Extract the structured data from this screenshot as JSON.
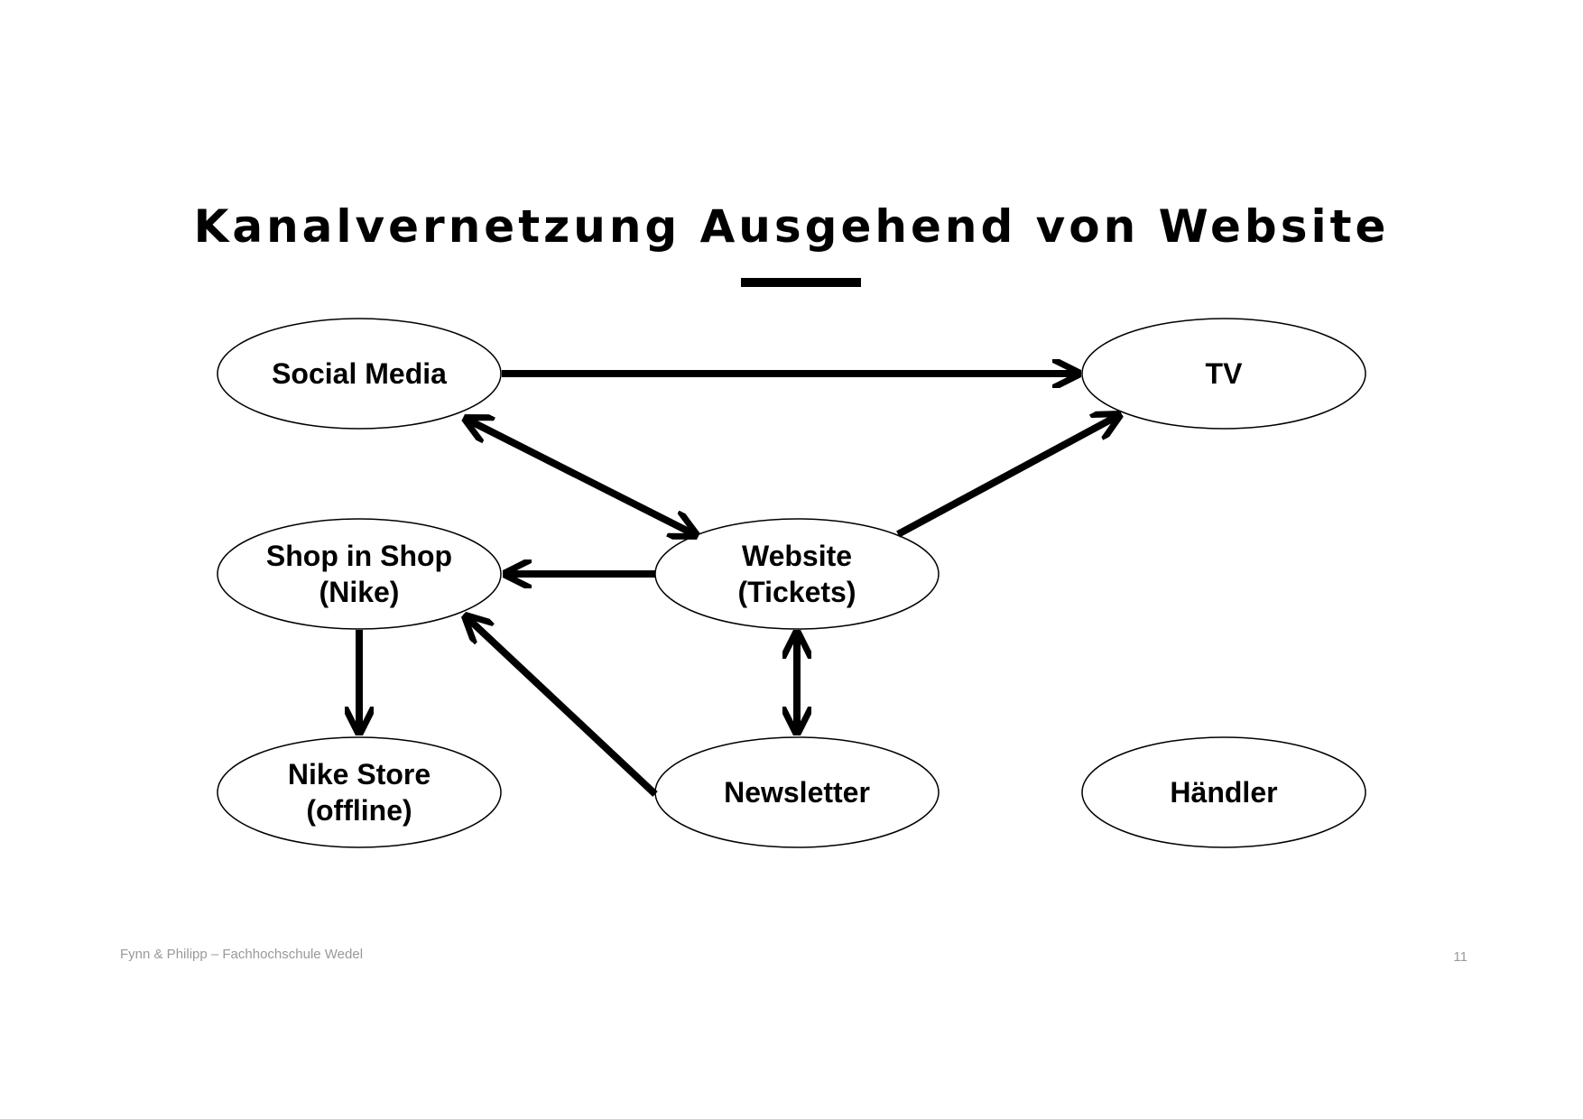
{
  "title": "Kanalvernetzung Ausgehend von Website",
  "nodes": {
    "social_media": "Social Media",
    "tv": "TV",
    "shop_in_shop_line1": "Shop in Shop",
    "shop_in_shop_line2": "(Nike)",
    "website_line1": "Website",
    "website_line2": "(Tickets)",
    "nike_store_line1": "Nike Store",
    "nike_store_line2": "(offline)",
    "newsletter": "Newsletter",
    "haendler": "Händler"
  },
  "footer": {
    "authors": "Fynn & Philipp – Fachhochschule Wedel",
    "page_number": "11"
  }
}
